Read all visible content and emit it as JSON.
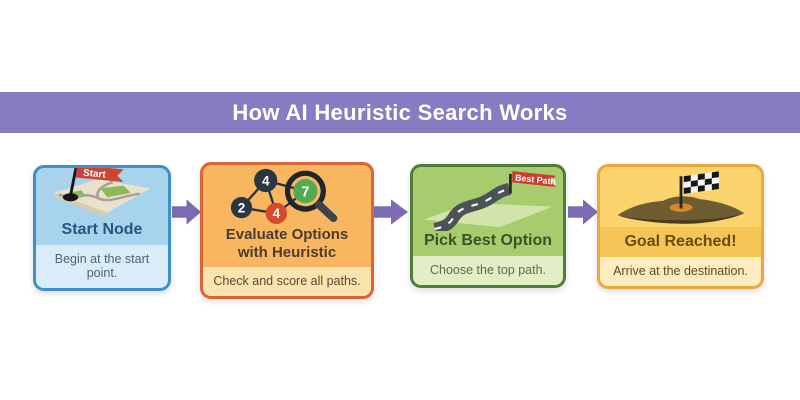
{
  "header": {
    "title": "How AI Heuristic Search Works"
  },
  "colors": {
    "header_bg": "#867cc1",
    "arrow_purple": "#7b6bb3",
    "flag_red": "#cc4334",
    "step_accents": [
      "#3f90c8",
      "#da6435",
      "#4e7c3b",
      "#e9a93e"
    ]
  },
  "steps": [
    {
      "icon": "map-with-start-flag-icon",
      "flag_label": "Start",
      "title": "Start Node",
      "description": "Begin at the start point."
    },
    {
      "icon": "graph-nodes-magnifier-icon",
      "node_values": [
        "4",
        "2",
        "4",
        "7"
      ],
      "title": "Evaluate Options with Heuristic",
      "description": "Check and score all paths."
    },
    {
      "icon": "winding-road-flag-icon",
      "flag_label": "Best Path",
      "title": "Pick Best Option",
      "description": "Choose the top path."
    },
    {
      "icon": "hill-checkered-flag-icon",
      "title": "Goal Reached!",
      "description": "Arrive at the destination."
    }
  ]
}
